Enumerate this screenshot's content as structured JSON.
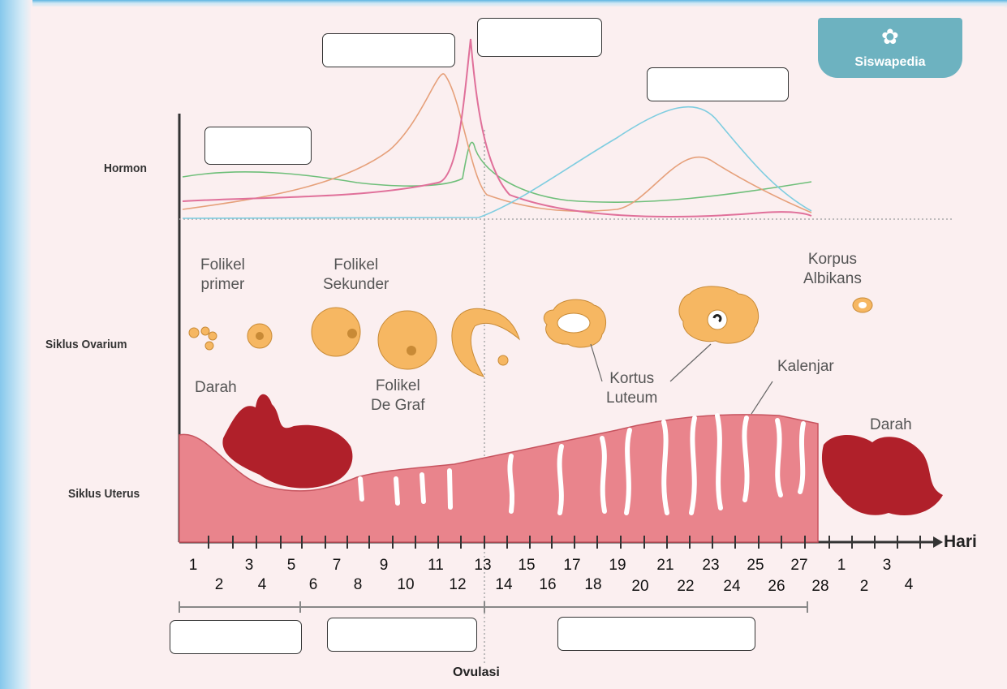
{
  "logo": {
    "brand": "Siswapedia"
  },
  "rows": {
    "hormone": "Hormon",
    "ovary": "Siklus Ovarium",
    "uterus": "Siklus Uterus"
  },
  "labels": {
    "folikel_primer": "Folikel\nprimer",
    "folikel_sekunder": "Folikel\nSekunder",
    "folikel_de_graf": "Folikel\nDe Graf",
    "korpus_albikans": "Korpus\nAlbikans",
    "darah_left": "Darah",
    "darah_right": "Darah",
    "kortus_luteum": "Kortus\nLuteum",
    "kalenjar": "Kalenjar"
  },
  "axis": {
    "hari": "Hari",
    "ovulasi": "Ovulasi",
    "days_top": [
      "1",
      "3",
      "5",
      "7",
      "9",
      "11",
      "13",
      "15",
      "17",
      "19",
      "21",
      "23",
      "25",
      "27",
      "1",
      "3"
    ],
    "days_bottom": [
      "2",
      "4",
      "6",
      "8",
      "10",
      "12",
      "14",
      "16",
      "18",
      "20",
      "22",
      "24",
      "26",
      "28",
      "2",
      "4"
    ]
  },
  "colors": {
    "lh_curve": "#e0709a",
    "fsh_curve": "#6fbf7a",
    "estrogen_curve": "#e6a07a",
    "progesterone_curve": "#7fcde0",
    "follicle": "#f6b762",
    "uterus": "#e9848c",
    "blood": "#b0202a"
  },
  "answer_boxes": [
    "",
    "",
    "",
    "",
    "",
    "",
    ""
  ]
}
